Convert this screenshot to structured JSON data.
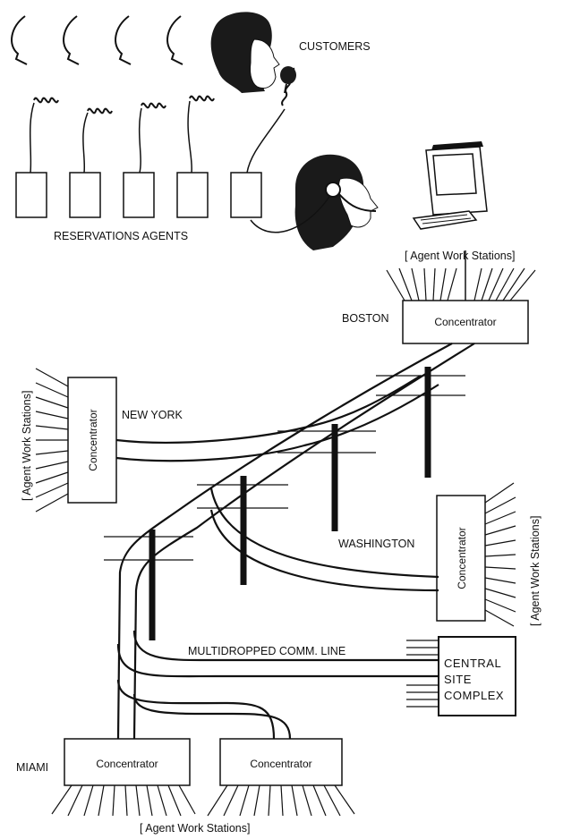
{
  "labels": {
    "customers": "CUSTOMERS",
    "reservations_agents": "RESERVATIONS AGENTS",
    "boston": "BOSTON",
    "new_york": "NEW YORK",
    "washington": "WASHINGTON",
    "miami": "MIAMI",
    "multidropped_line": "MULTIDROPPED COMM. LINE"
  },
  "concentrator_label": "Concentrator",
  "agent_work_stations_top": "[ Agent  Work Stations]",
  "agent_work_stations_left": "[ Agent Work Stations]",
  "agent_work_stations_right": "[ Agent Work Stations]",
  "agent_work_stations_bottom": "[ Agent Work Stations]",
  "central_site": {
    "line1": "CENTRAL",
    "line2": "SITE",
    "line3": "COMPLEX"
  }
}
